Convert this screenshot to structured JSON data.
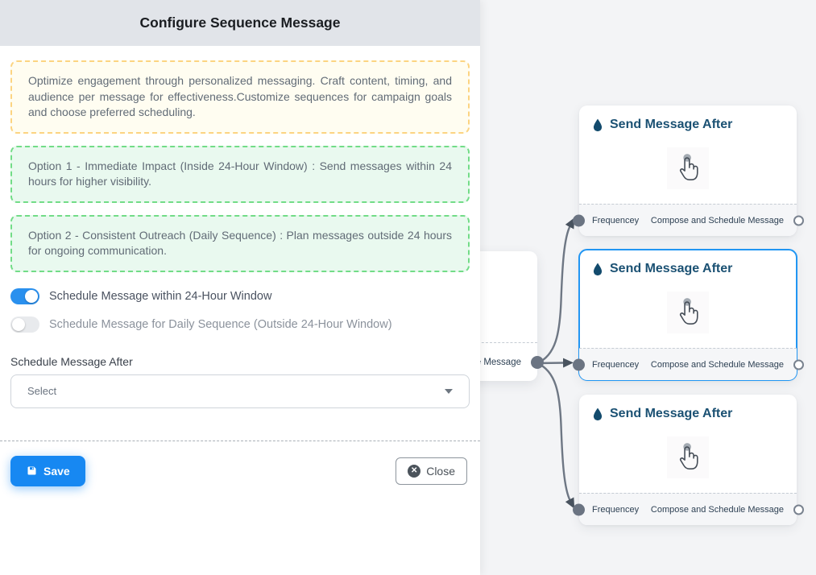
{
  "panel": {
    "title": "Configure Sequence Message",
    "info_text": "Optimize engagement through personalized messaging. Craft content, timing, and audience per message for effectiveness.Customize sequences for campaign goals and choose preferred scheduling.",
    "option1_text": "Option 1 - Immediate Impact (Inside 24-Hour Window) : Send messages within 24 hours for higher visibility.",
    "option2_text": "Option 2 - Consistent Outreach (Daily Sequence) : Plan messages outside 24 hours for ongoing communication.",
    "toggles": {
      "within24": {
        "label": "Schedule Message within 24-Hour Window",
        "state": "on"
      },
      "daily": {
        "label": "Schedule Message for Daily Sequence (Outside 24-Hour Window)",
        "state": "off"
      }
    },
    "schedule_after_label": "Schedule Message After",
    "select_value": "Select",
    "save_label": "Save",
    "close_label": "Close"
  },
  "canvas": {
    "partial_node": {
      "footer_text": "ce Message"
    },
    "nodes": [
      {
        "title": "Send Message After",
        "footer_left": "Frequencey",
        "footer_right": "Compose and Schedule Message",
        "selected": false
      },
      {
        "title": "Send Message After",
        "footer_left": "Frequencey",
        "footer_right": "Compose and Schedule Message",
        "selected": true
      },
      {
        "title": "Send Message After",
        "footer_left": "Frequencey",
        "footer_right": "Compose and Schedule Message",
        "selected": false
      }
    ]
  },
  "colors": {
    "accent_blue": "#2196f3",
    "toggle_on_blue": "#2a90ee",
    "save_blue": "#1788f2",
    "warning_border": "#fcd481",
    "success_border": "#72dc87",
    "node_title": "#1b5173",
    "edge_gray": "#6e7784",
    "canvas_bg": "#f3f4f6",
    "header_bg": "#e1e4e9"
  }
}
